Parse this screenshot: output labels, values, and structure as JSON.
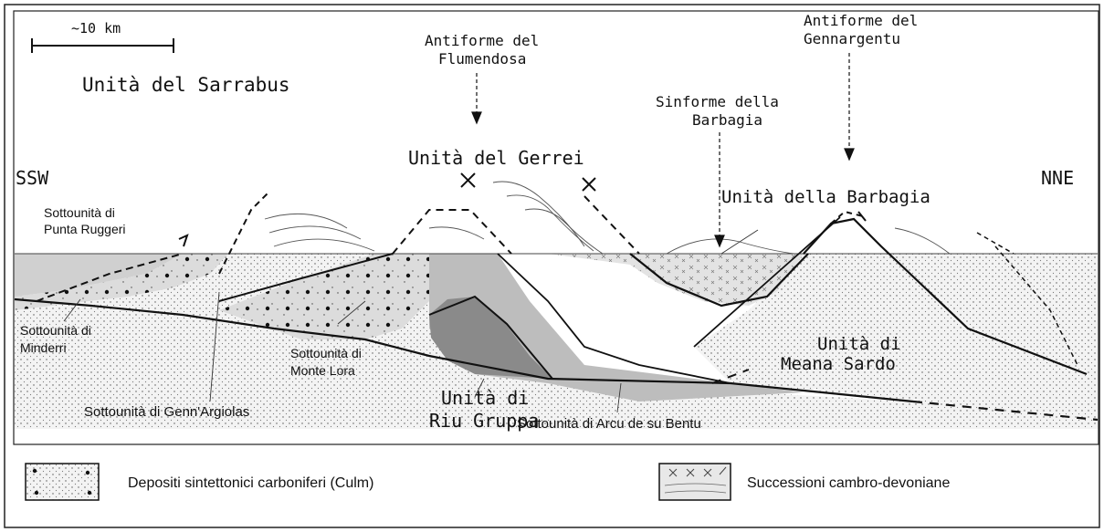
{
  "scale": {
    "label": "~10 km"
  },
  "titles": {
    "sarrabus": "Unità del Sarrabus",
    "flumendosa_line1": "Antiforme del",
    "flumendosa_line2": "Flumendosa",
    "gennargentu_line1": "Antiforme del",
    "gennargentu_line2": "Gennargentu",
    "barbagia_sin_line1": "Sinforme della",
    "barbagia_sin_line2": "Barbagia",
    "gerrei": "Unità del Gerrei",
    "barbagia_unit": "Unità della Barbagia",
    "meana_line1": "Unità di",
    "meana_line2": "Meana Sardo",
    "riu_line1": "Unità di",
    "riu_line2": "Riu Gruppa"
  },
  "directions": {
    "left": "SSW",
    "right": "NNE"
  },
  "labels": {
    "punta_line1": "Sottounità di",
    "punta_line2": "Punta Ruggeri",
    "minderri_line1": "Sottounità di",
    "minderri_line2": "Minderri",
    "montelora_line1": "Sottounità di",
    "montelora_line2": "Monte Lora",
    "gennargiolas": "Sottounità di Genn'Argiolas",
    "arcu": "Sottounità di Arcu de su Bentu"
  },
  "legend": {
    "culm": "Depositi sintettonici carboniferi (Culm)",
    "cambro": "Successioni cambro-devoniane"
  },
  "colors": {
    "frame": "#222222",
    "light_unit": "#d9d9d9",
    "medium_unit": "#b3b3b3",
    "dark_unit": "#8a8a8a",
    "dot_fill": "#f2f2f2"
  }
}
